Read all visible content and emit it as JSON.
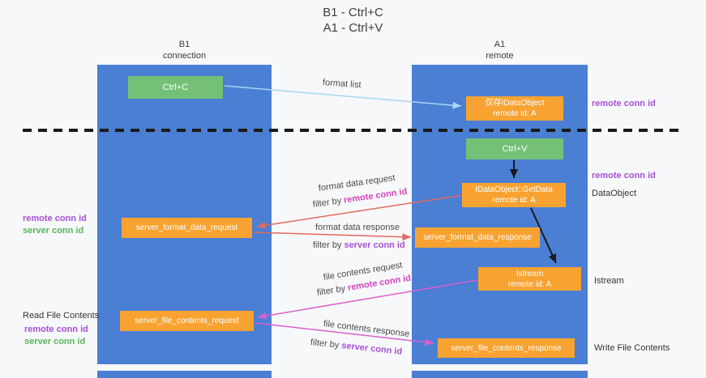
{
  "title": {
    "line1": "B1 - Ctrl+C",
    "line2": "A1 - Ctrl+V"
  },
  "lanes": {
    "left": {
      "name": "B1",
      "subtitle": "connection"
    },
    "right": {
      "name": "A1",
      "subtitle": "remote"
    }
  },
  "boxes": {
    "ctrl_c": {
      "label": "Ctrl+C"
    },
    "ctrl_v": {
      "label": "Ctrl+V"
    },
    "dataobject_cache": {
      "line1": "仅存IDataObject",
      "line2": "remote id: A"
    },
    "getdata": {
      "line1": "IDataObject::GetData",
      "line2": "remote id: A"
    },
    "istream": {
      "line1": "Istream",
      "line2": "remote id: A"
    },
    "format_request": {
      "label": "server_format_data_request"
    },
    "format_response": {
      "label": "server_format_data_response"
    },
    "file_request": {
      "label": "server_file_contents_request"
    },
    "file_response": {
      "label": "server_file_contents_response"
    }
  },
  "arrow_labels": {
    "format_list": "format list",
    "format_data_request": "format data request",
    "format_data_response": "format data response",
    "file_contents_request": "file contents request",
    "file_contents_response": "file contents response",
    "filter_by": "filter by "
  },
  "side_labels": {
    "remote_conn_id": "remote conn id",
    "server_conn_id": "server conn id",
    "dataobject": "DataObject",
    "istream": "Istream",
    "read_file_contents": "Read File Contents",
    "write_file_contents": "Write File Contents"
  },
  "colors": {
    "lane_blue": "#4a7fd4",
    "box_orange": "#f8a331",
    "box_green": "#74c077",
    "purple_text": "#a94fd6",
    "magenta_text": "#d344bd",
    "green_text": "#57b55a",
    "arrow_red": "#e06a5e",
    "arrow_magenta": "#da5fd0",
    "arrow_blue": "#a9d5f0",
    "arrow_black": "#1a1a1a"
  }
}
